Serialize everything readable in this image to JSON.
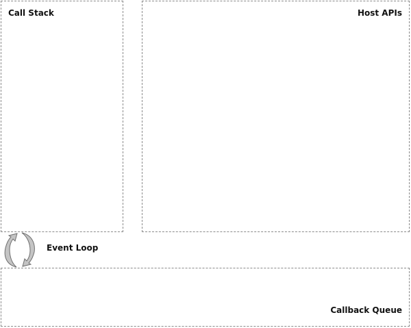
{
  "panels": {
    "call_stack": {
      "title": "Call Stack"
    },
    "host_apis": {
      "title": "Host APIs"
    },
    "callback_queue": {
      "title": "Callback Queue"
    }
  },
  "event_loop": {
    "label": "Event Loop",
    "icon": "circular-arrows-icon"
  },
  "colors": {
    "border": "#8a8a8a",
    "arrow_fill": "#c4c4c4",
    "arrow_stroke": "#6e6e6e",
    "text": "#111111"
  }
}
